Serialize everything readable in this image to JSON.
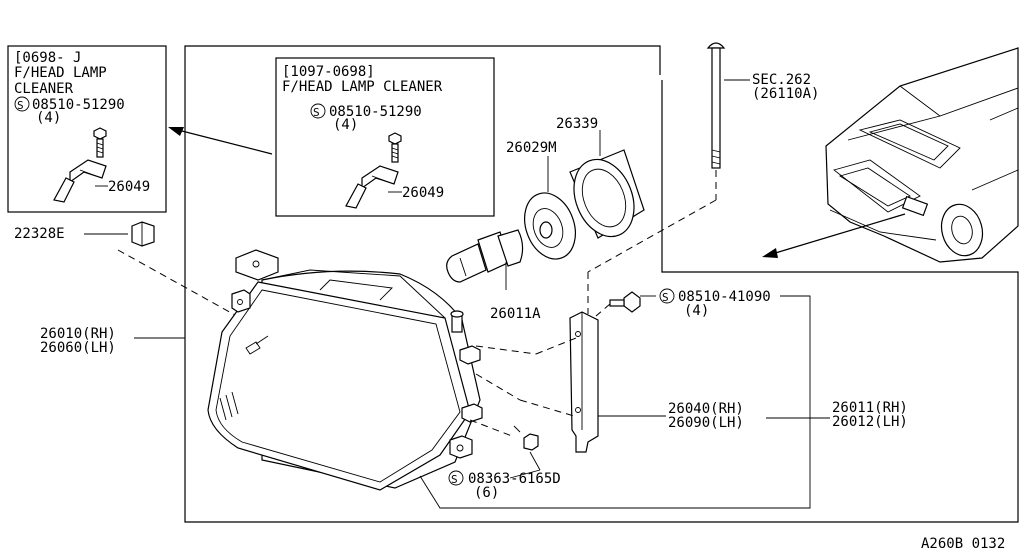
{
  "inset_left": {
    "lines": [
      "[0698-     J",
      "F/HEAD LAMP",
      "CLEANER"
    ],
    "s_mark": "S",
    "bolt_part": "08510-51290",
    "bolt_qty": "(4)",
    "bracket_part": "26049"
  },
  "inset_mid": {
    "lines": [
      "[1097-0698]",
      "F/HEAD LAMP CLEANER"
    ],
    "s_mark": "S",
    "bolt_part": "08510-51290",
    "bolt_qty": "(4)",
    "bracket_part": "26049"
  },
  "labels": {
    "clip": "22328E",
    "housing_rh": "26010(RH)",
    "housing_lh": "26060(LH)",
    "bulb": "26011A",
    "socket": "26029M",
    "cap": "26339",
    "sec_ref": "SEC.262",
    "sec_ref_sub": "(26110A)",
    "screw_upper_mark": "S",
    "screw_upper": "08510-41090",
    "screw_upper_qty": "(4)",
    "screw_lower_mark": "S",
    "screw_lower": "08363-6165D",
    "screw_lower_qty": "(6)",
    "bracket_rh": "26040(RH)",
    "bracket_lh": "26090(LH)",
    "assy_rh": "26011(RH)",
    "assy_lh": "26012(LH)",
    "diagram_code": "A260B 0132"
  }
}
